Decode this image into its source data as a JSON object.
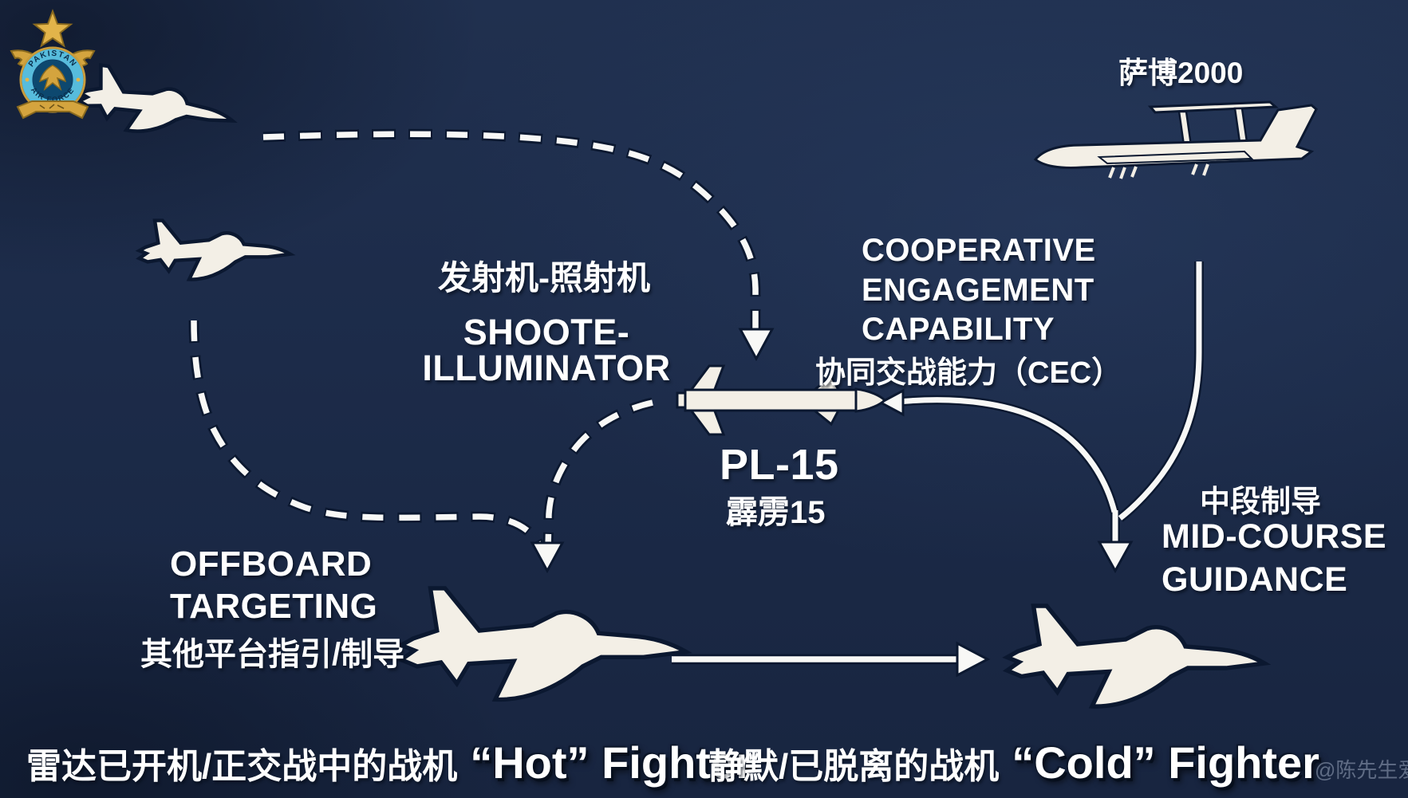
{
  "colors": {
    "background": "#1c2b49",
    "silhouette": "#f3efe6",
    "outline": "#0b1830",
    "text": "#ffffff",
    "emblem_gold": "#d4a43e",
    "emblem_ring_blue": "#57bcdc",
    "emblem_core_blue": "#0d486f",
    "watermark": "#9aa7bd"
  },
  "emblem": {
    "top_text": "PAKISTAN",
    "bottom_text": "AIR FORCE"
  },
  "nodes": {
    "saab_label": "萨博2000",
    "shooter_cn": "发射机-照射机",
    "shooter_en_1": "SHOOTE-",
    "shooter_en_2": "ILLUMINATOR",
    "cec_en_1": "COOPERATIVE",
    "cec_en_2": "ENGAGEMENT",
    "cec_en_3": "CAPABILITY",
    "cec_cn": "协同交战能力（CEC）",
    "missile_en": "PL-15",
    "missile_cn": "霹雳15",
    "midcourse_cn": "中段制导",
    "midcourse_en_1": "MID-COURSE",
    "midcourse_en_2": "GUIDANCE",
    "offboard_en_1": "OFFBOARD",
    "offboard_en_2": "TARGETING",
    "offboard_cn": "其他平台指引/制导",
    "hot_cn": "雷达已开机/正交战中的战机",
    "hot_en": "“Hot” Fighter",
    "cold_cn": "静默/已脱离的战机",
    "cold_en": "“Cold” Fighter"
  },
  "watermark": "@陈先生爱小鱼 译"
}
